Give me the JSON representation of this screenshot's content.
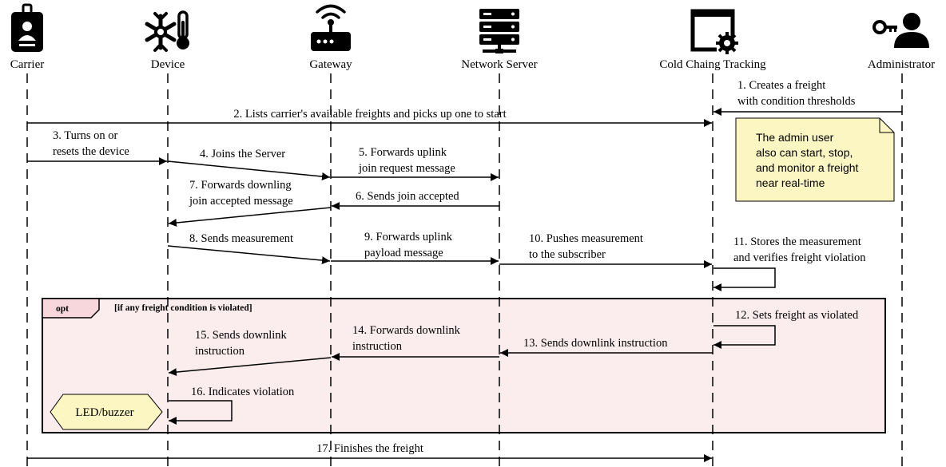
{
  "actors": [
    {
      "id": "carrier",
      "name": "Carrier",
      "icon": "badge-icon"
    },
    {
      "id": "device",
      "name": "Device",
      "icon": "snowflake-thermometer-icon"
    },
    {
      "id": "gateway",
      "name": "Gateway",
      "icon": "router-icon"
    },
    {
      "id": "server",
      "name": "Network Server",
      "icon": "server-network-icon"
    },
    {
      "id": "tracking",
      "name": "Cold Chaing Tracking",
      "icon": "app-window-gear-icon"
    },
    {
      "id": "admin",
      "name": "Administrator",
      "icon": "user-key-icon"
    }
  ],
  "messages": [
    {
      "label": [
        "1. Creates a freight",
        "with condition thresholds"
      ]
    },
    {
      "label": [
        "2. Lists carrier's available freights and picks up one to start"
      ]
    },
    {
      "label": [
        "3. Turns on or",
        "resets the device"
      ]
    },
    {
      "label": [
        "4. Joins the Server"
      ]
    },
    {
      "label": [
        "5. Forwards uplink",
        "join request message"
      ]
    },
    {
      "label": [
        "6. Sends join accepted"
      ]
    },
    {
      "label": [
        "7. Forwards downling",
        "join accepted message"
      ]
    },
    {
      "label": [
        "8. Sends measurement"
      ]
    },
    {
      "label": [
        "9. Forwards uplink",
        "payload message"
      ]
    },
    {
      "label": [
        "10. Pushes measurement",
        "to the subscriber"
      ]
    },
    {
      "label": [
        "11. Stores the measurement",
        "and verifies freight violation"
      ]
    },
    {
      "label": [
        "12. Sets freight as violated"
      ]
    },
    {
      "label": [
        "13. Sends downlink instruction"
      ]
    },
    {
      "label": [
        "14. Forwards downlink",
        "instruction"
      ]
    },
    {
      "label": [
        "15. Sends downlink",
        "instruction"
      ]
    },
    {
      "label": [
        "16. Indicates violation"
      ]
    },
    {
      "label": [
        "17. Finishes the freight"
      ]
    }
  ],
  "note": {
    "lines": [
      "The admin user",
      "also can start, stop,",
      "and monitor a freight",
      "near real-time"
    ]
  },
  "fragment": {
    "tag": "opt",
    "condition": "[if any freight condition is violated]"
  },
  "led": {
    "label": "LED/buzzer"
  },
  "colors": {
    "line": "#000000",
    "note_fill": "#fcf6c2",
    "fragment_fill": "#fbecee",
    "tag_fill": "#f8d7dc",
    "led_fill": "#fcf6c2"
  }
}
